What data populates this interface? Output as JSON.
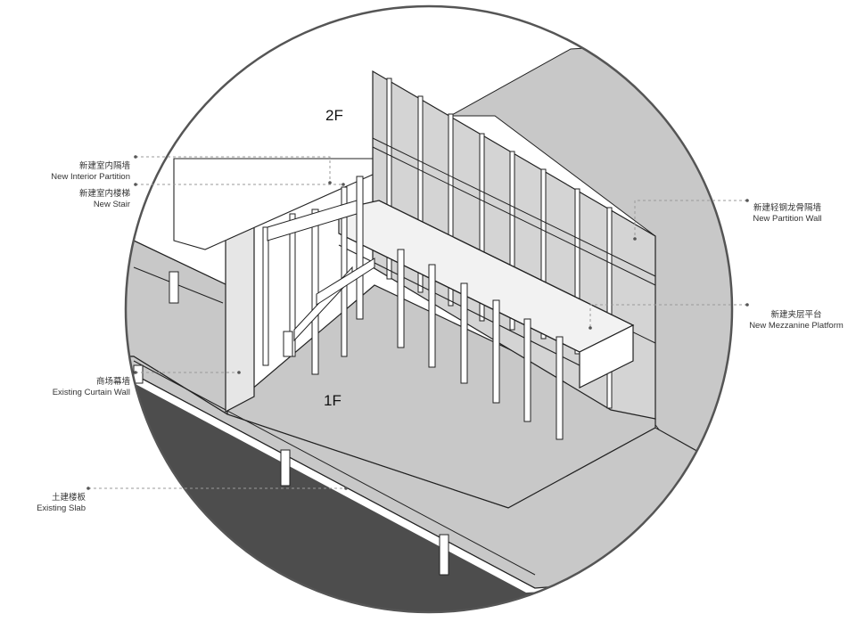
{
  "floors": {
    "upper": "2F",
    "lower": "1F"
  },
  "callouts": {
    "interior_partition": {
      "cn": "新建室内隔墙",
      "en": "New Interior Partition"
    },
    "stair": {
      "cn": "新建室内楼梯",
      "en": "New Stair"
    },
    "curtain_wall": {
      "cn": "商场幕墙",
      "en": "Existing Curtain Wall"
    },
    "slab": {
      "cn": "土建楼板",
      "en": "Existing Slab"
    },
    "partition_wall": {
      "cn": "新建轻钢龙骨隔墙",
      "en": "New Partition Wall"
    },
    "mezzanine": {
      "cn": "新建夹层平台",
      "en": "New Mezzanine Platform"
    }
  },
  "colors": {
    "background": "#ffffff",
    "frame_fill": "#c8c8c8",
    "circle_outline": "#555555",
    "dark_void": "#4d4d4d",
    "leader": "#9a9a9a",
    "line": "#222222",
    "member_fill": "#ffffff"
  }
}
